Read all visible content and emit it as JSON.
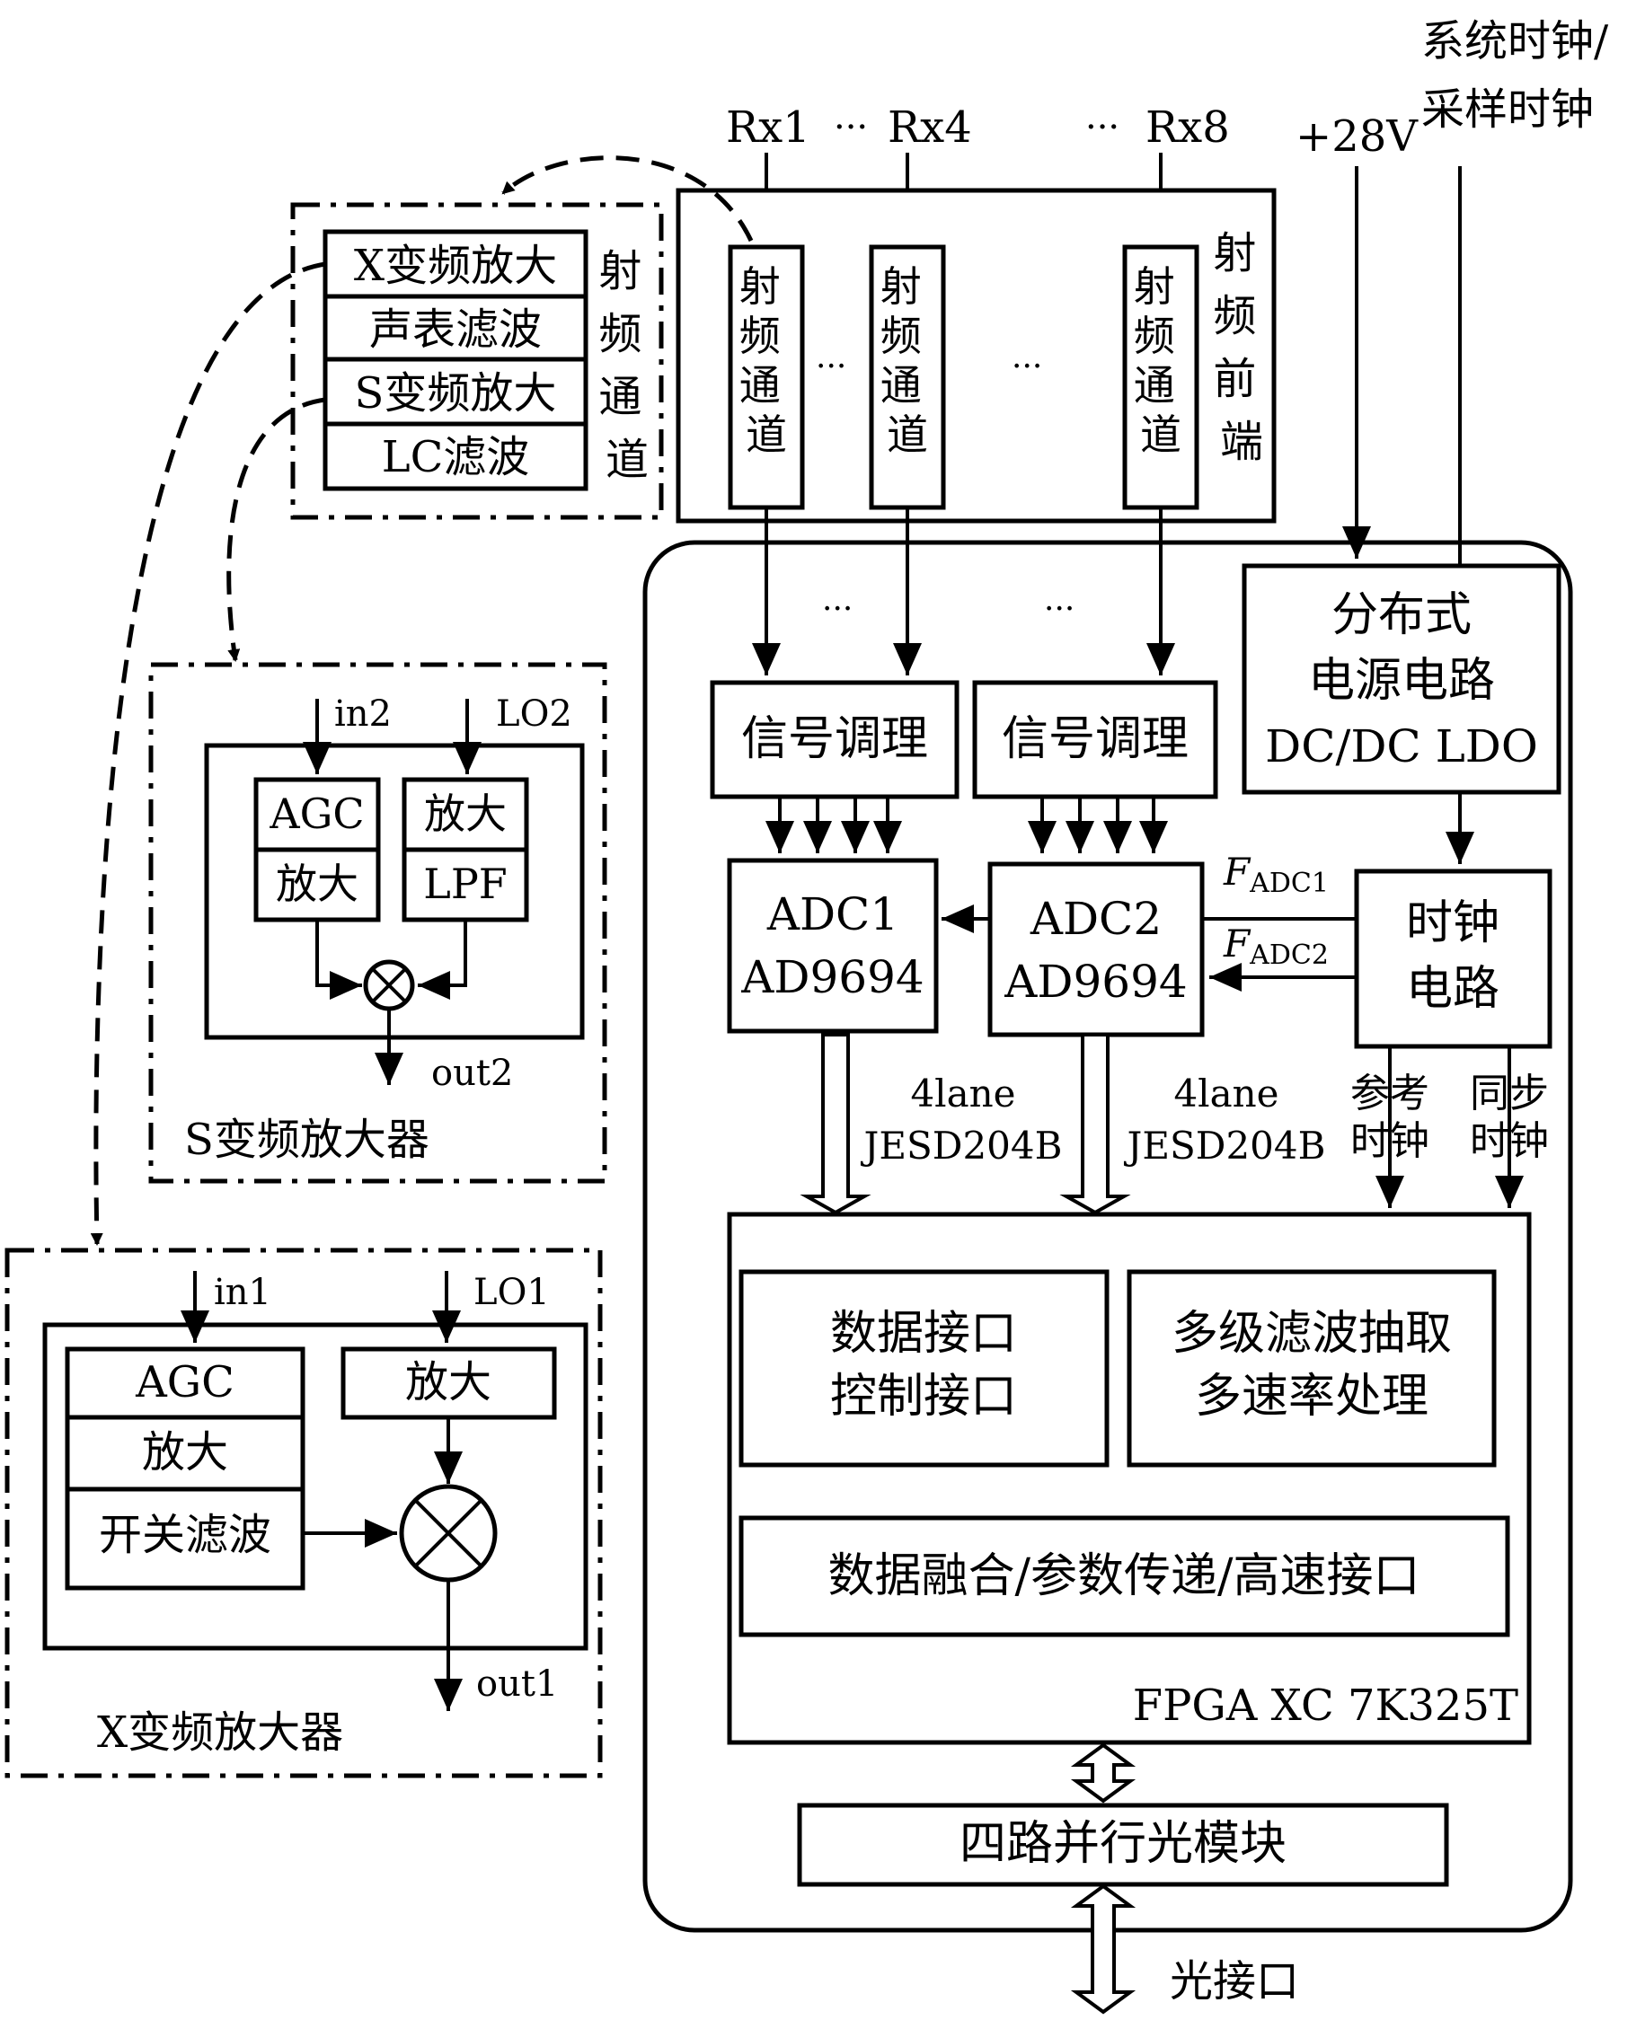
{
  "rf_inputs": {
    "rx1": "Rx1",
    "dots1": "···",
    "rx4": "Rx4",
    "dots2": "···",
    "rx8": "Rx8"
  },
  "power_label": "+28V",
  "clock_input": {
    "line1": "系统时钟/",
    "line2": "采样时钟"
  },
  "rf_channel": {
    "label": "射频通道",
    "stages": [
      "X变频放大",
      "声表滤波",
      "S变频放大",
      "LC滤波"
    ]
  },
  "rf_frontend": {
    "label": "射频前端",
    "channel_label": "射频通道",
    "dots": "···"
  },
  "signal_conditioning": "信号调理",
  "bus_dots": "···",
  "adc1": {
    "line1": "ADC1",
    "line2": "AD9694"
  },
  "adc2": {
    "line1": "ADC2",
    "line2": "AD9694"
  },
  "power_circuit": {
    "line1": "分布式",
    "line2": "电源电路",
    "line3": "DC/DC LDO"
  },
  "clock_circuit": {
    "line1": "时钟",
    "line2": "电路"
  },
  "fadc1": {
    "main": "F",
    "sub": "ADC1"
  },
  "fadc2": {
    "main": "F",
    "sub": "ADC2"
  },
  "link_label": {
    "line1": "4lane",
    "line2": "JESD204B"
  },
  "ref_clock": {
    "line1": "参考",
    "line2": "时钟"
  },
  "sync_clock": {
    "line1": "同步",
    "line2": "时钟"
  },
  "fpga": {
    "label": "FPGA XC 7K325T",
    "block1": {
      "line1": "数据接口",
      "line2": "控制接口"
    },
    "block2": {
      "line1": "多级滤波抽取",
      "line2": "多速率处理"
    },
    "block3": "数据融合/参数传递/高速接口"
  },
  "optical_module": "四路并行光模块",
  "optical_interface": "光接口",
  "s_amplifier": {
    "title": "S变频放大器",
    "in": "in2",
    "lo": "LO2",
    "agc": "AGC",
    "amp": "放大",
    "lo_amp": "放大",
    "lpf": "LPF",
    "out": "out2"
  },
  "x_amplifier": {
    "title": "X变频放大器",
    "in": "in1",
    "lo": "LO1",
    "agc": "AGC",
    "amp": "放大",
    "filter": "开关滤波",
    "lo_amp": "放大",
    "out": "out1"
  }
}
